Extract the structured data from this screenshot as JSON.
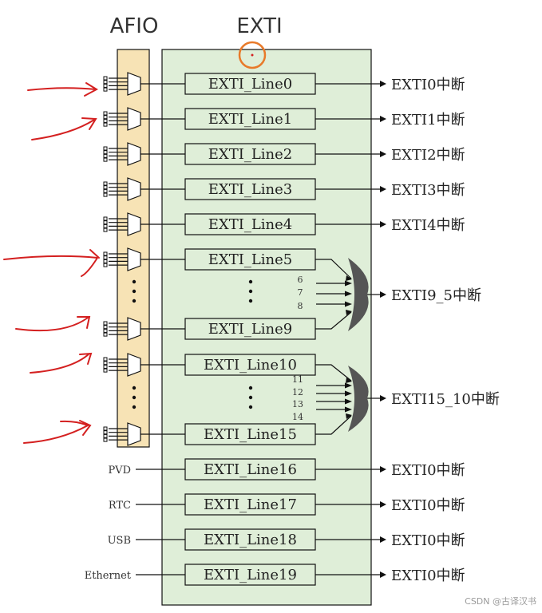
{
  "headers": {
    "afio": "AFIO",
    "exti": "EXTI"
  },
  "gpio_lines": [
    {
      "label": "EXTI_Line0",
      "output": "EXTI0中断"
    },
    {
      "label": "EXTI_Line1",
      "output": "EXTI1中断"
    },
    {
      "label": "EXTI_Line2",
      "output": "EXTI2中断"
    },
    {
      "label": "EXTI_Line3",
      "output": "EXTI3中断"
    },
    {
      "label": "EXTI_Line4",
      "output": "EXTI4中断"
    }
  ],
  "group_9_5": {
    "first": "EXTI_Line5",
    "last": "EXTI_Line9",
    "middle_numbers": [
      "6",
      "7",
      "8"
    ],
    "output": "EXTI9_5中断"
  },
  "group_15_10": {
    "first": "EXTI_Line10",
    "last": "EXTI_Line15",
    "middle_numbers": [
      "11",
      "12",
      "13",
      "14"
    ],
    "output": "EXTI15_10中断"
  },
  "peripheral_lines": [
    {
      "source": "PVD",
      "label": "EXTI_Line16",
      "output": "EXTI0中断"
    },
    {
      "source": "RTC",
      "label": "EXTI_Line17",
      "output": "EXTI0中断"
    },
    {
      "source": "USB",
      "label": "EXTI_Line18",
      "output": "EXTI0中断"
    },
    {
      "source": "Ethernet",
      "label": "EXTI_Line19",
      "output": "EXTI0中断"
    }
  ],
  "watermark": "CSDN @古译汉书",
  "colors": {
    "afio_fill": "#f7e3b5",
    "exti_fill": "#dfeed8",
    "or_gate_fill": "#555555",
    "annotation_red": "#d42020",
    "annotation_orange": "#e87a2a"
  }
}
